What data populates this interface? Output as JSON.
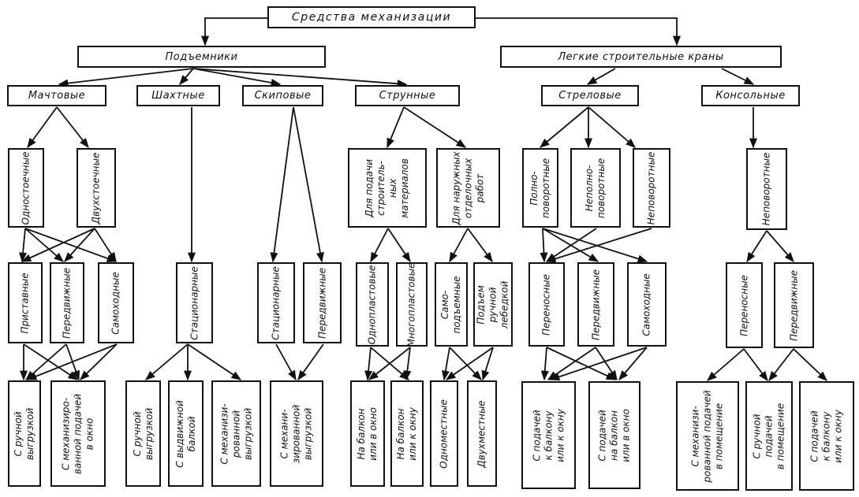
{
  "diagram": {
    "root": "Средства механизации",
    "level1": {
      "lifts": "Подъемники",
      "cranes": "Легкие строительные краны"
    },
    "level2": {
      "mast": "Мачтовые",
      "shaft": "Шахтные",
      "skip": "Скиповые",
      "string": "Струнные",
      "boom": "Стреловые",
      "console": "Консольные"
    },
    "level3": {
      "single_post": "Одностоечные",
      "double_post": "Двухстоечные",
      "for_materials": "Для подачи\nстроитель-\nных\nматериалов",
      "for_finishing": "Для наружных\nотделочных\nработ",
      "full_rotary": "Полно-\nповоротные",
      "partial_rotary": "Неполно-\nповоротные",
      "non_rotary_boom": "Неповоротные",
      "non_rotary_console": "Неповоротные"
    },
    "level4": {
      "attached": "Приставные",
      "movable_mast": "Передвижные",
      "self_propelled_mast": "Самоходные",
      "stationary_shaft": "Стационарные",
      "stationary_skip": "Стационарные",
      "movable_skip": "Передвижные",
      "single_span": "Однопластовые",
      "multi_span": "Многопластовые",
      "self_lifting": "Само-\nподъемные",
      "manual_winch": "Подъем\nручной\nлебедкой",
      "portable_boom": "Переносные",
      "movable_boom": "Передвижные",
      "self_propelled_boom": "Самоходные",
      "portable_console": "Переносные",
      "movable_console": "Передвижные"
    },
    "level5": {
      "mast_manual_unload": "С ручной\nвыгрузкой",
      "mast_mech_feed": "С механизиро-\nванной подачей\nв окно",
      "shaft_manual_unload": "С ручной\nвыгрузкой",
      "shaft_pullout_beam": "С выдвижной\nбалкой",
      "shaft_mech_unload": "С механизи-\nрованной\nвыгрузкой",
      "skip_mech_unload": "С механи-\nзированной\nвыгрузкой",
      "string_balcony_window_in": "На балкон\nили в окно",
      "string_balcony_window_to": "На балкон\nили к окну",
      "string_single_seat": "Одноместные",
      "string_double_seat": "Двухместные",
      "boom_feed_to_balcony": "С подачей\nк балкону\nили к окну",
      "boom_feed_on_balcony": "С подачей\nна балкон\nили в окно",
      "console_mech_feed_room": "С механизи-\nрованной подачей\nв помещение",
      "console_manual_feed_room": "С ручной\nподачей\nв помещение",
      "console_feed_to_balcony": "С подачей\nк балкону\nили к окну"
    }
  }
}
